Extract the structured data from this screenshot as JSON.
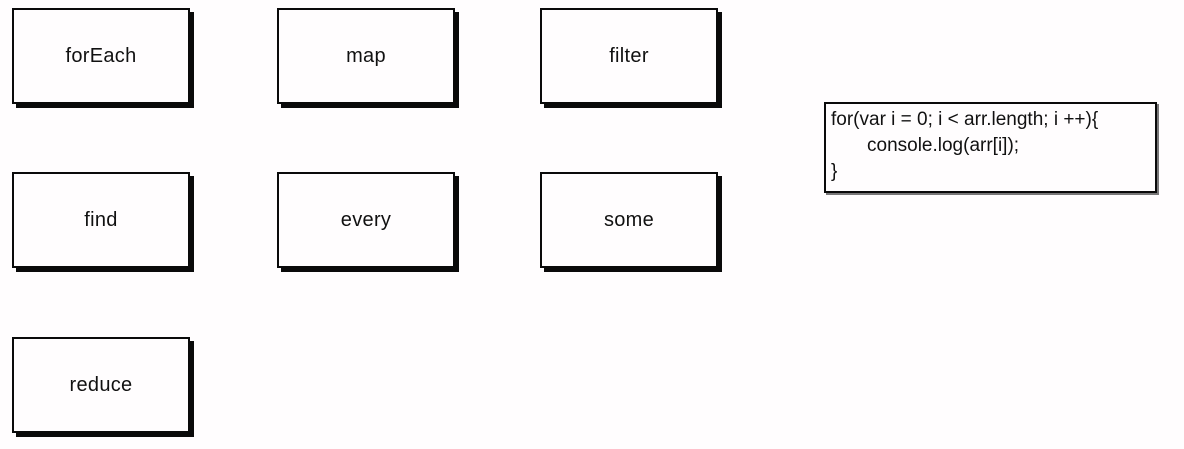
{
  "canvas": {
    "background": "#fffdfe",
    "box_border_color": "#0a0a0a",
    "box_shadow_color": "#0a0a0a",
    "text_color": "#111111"
  },
  "method_boxes": [
    {
      "label": "forEach"
    },
    {
      "label": "map"
    },
    {
      "label": "filter"
    },
    {
      "label": "find"
    },
    {
      "label": "every"
    },
    {
      "label": "some"
    },
    {
      "label": "reduce"
    }
  ],
  "code_snippet": {
    "lines": [
      {
        "text": "for(var i = 0; i < arr.length; i ++){",
        "indent": 0
      },
      {
        "text": "console.log(arr[i]);",
        "indent": 1
      },
      {
        "text": "}",
        "indent": 0
      }
    ]
  }
}
